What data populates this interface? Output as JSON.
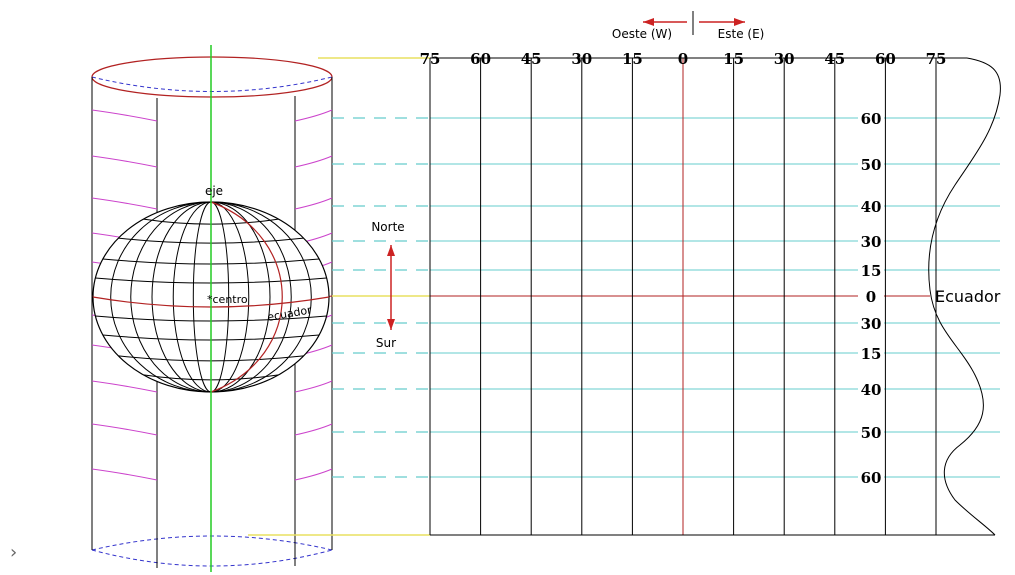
{
  "colors": {
    "meridian": "#000000",
    "prime_meridian": "#b22222",
    "parallel": "#66cccc",
    "equator": "#b22222",
    "axis": "#22cc22",
    "cylinder_rim": "#b22222",
    "cylinder_parallel": "#cc44cc",
    "connector": "#e8e060",
    "arrow": "#cc2222"
  },
  "direction": {
    "west_label": "Oeste (W)",
    "east_label": "Este (E)",
    "north_label": "Norte",
    "south_label": "Sur"
  },
  "globe": {
    "axis_label": "eje",
    "center_label": "*centro",
    "equator_label": "ecuador"
  },
  "map": {
    "longitudes": [
      "75",
      "60",
      "45",
      "30",
      "15",
      "0",
      "15",
      "30",
      "45",
      "60",
      "75"
    ],
    "latitudes": [
      "60",
      "50",
      "40",
      "30",
      "15",
      "0",
      "30",
      "15",
      "40",
      "50",
      "60"
    ],
    "equator_label": "Ecuador"
  },
  "nav": {
    "chevron": "›"
  }
}
